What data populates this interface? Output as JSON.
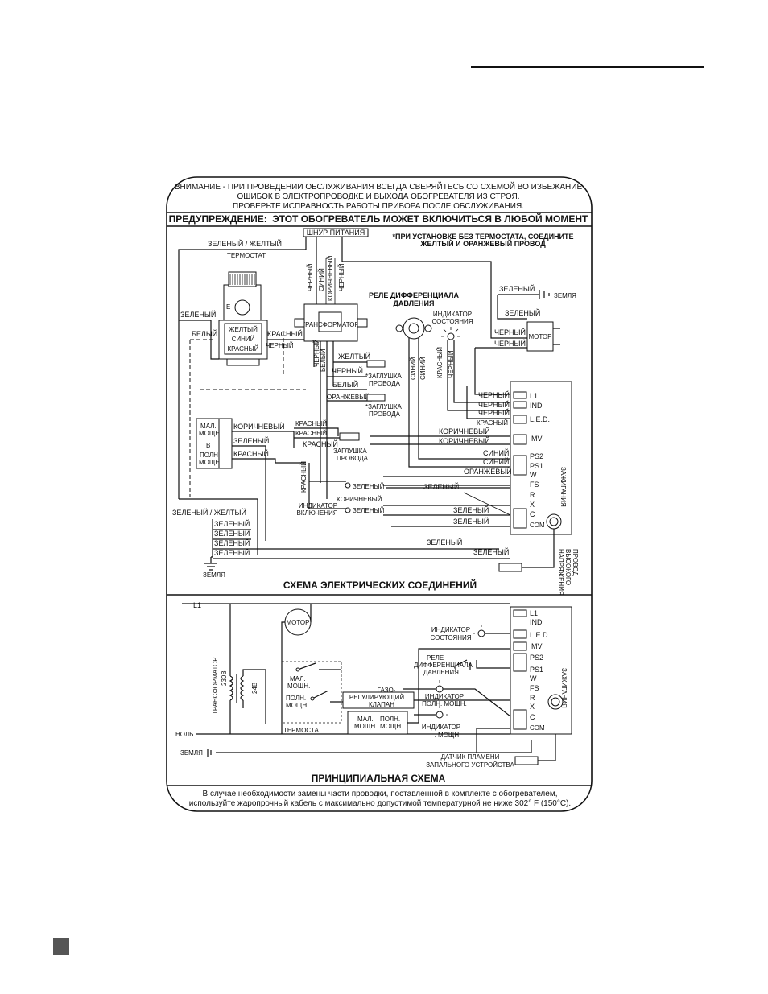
{
  "warnings": {
    "line1": "ВНИМАНИЕ - ПРИ ПРОВЕДЕНИИ ОБСЛУЖИВАНИЯ ВСЕГДА СВЕРЯЙТЕСЬ СО СХЕМОЙ ВО ИЗБЕЖАНИЕ",
    "line2": "ОШИБОК В ЭЛЕКТРОПРОВОДКЕ И ВЫХОДА ОБОГРЕВАТЕЛЯ ИЗ СТРОЯ.",
    "line3": "ПРОВЕРЬТЕ ИСПРАВНОСТЬ РАБОТЫ ПРИБОРА ПОСЛЕ ОБСЛУЖИВАНИЯ.",
    "warn_label": "ПРЕДУПРЕЖДЕНИЕ:",
    "warn_text": "ЭТОТ ОБОГРЕВАТЕЛЬ МОЖЕТ ВКЛЮЧИТЬСЯ В ЛЮБОЙ МОМЕНТ"
  },
  "wiring": {
    "title": "СХЕМА ЭЛЕКТРИЧЕСКИХ СОЕДИНЕНИЙ",
    "power_cord": "ШНУР ПИТАНИЯ",
    "note_line1": "*ПРИ УСТАНОВКЕ БЕЗ ТЕРМОСТАТА, СОЕДИНИТЕ",
    "note_line2": "ЖЕЛТЫЙ И ОРАНЖЕВЫЙ ПРОВОД",
    "thermostat": "ТЕРМОСТАТ",
    "transformer": "ТРАНСФОРМАТОР",
    "pressure_switch_1": "РЕЛЕ ДИФФЕРЕНЦИАЛА",
    "pressure_switch_2": "ДАВЛЕНИЯ",
    "status_ind_1": "ИНДИКАТОР",
    "status_ind_2": "СОСТОЯНИЯ",
    "on_ind_1": "ИНДИКАТОР",
    "on_ind_2": "ВКЛЮЧЕНИЯ",
    "plug_1": "*ЗАГЛУШКА",
    "plug_2": "ПРОВОДА",
    "plug_3": "ЗАГЛУШКА",
    "plug_4": "ПРОВОДА",
    "motor": "МОТОР",
    "ground": "ЗЕМЛЯ",
    "ground_bottom": "ЗЕМЛЯ",
    "ignition": "ЗАЖИГАНИЯ",
    "hv_1": "ПРОВОД",
    "hv_2": "ВЫСОКОГО",
    "hv_3": "НАПРЯЖЕНИЯ",
    "switch_low_1": "МАЛ.",
    "switch_low_2": "МОЩН.",
    "switch_mid": "В",
    "switch_high_1": "ПОЛН.",
    "switch_high_2": "МОЩН.",
    "tstat_yellow": "ЖЕЛТЫЙ",
    "tstat_blue": "СИНИЙ",
    "tstat_red": "КРАСНЫЙ",
    "tstat_dial": "E",
    "terminals": [
      "L1",
      "IND",
      "L.E.D.",
      "MV",
      "PS2",
      "PS1",
      "W",
      "FS",
      "R",
      "X",
      "C",
      "COM"
    ],
    "wires": {
      "green_yellow": "ЗЕЛЕНЫЙ / ЖЕЛТЫЙ",
      "green_yellow_2": "ЗЕЛЕНЫЙ / ЖЕЛТЫЙ",
      "green": "ЗЕЛЕНЫЙ",
      "white": "БЕЛЫЙ",
      "red": "КРАСНЫЙ",
      "black": "ЧЕРНЫЙ",
      "blue": "СИНИЙ",
      "brown": "КОРИЧНЕВЫЙ",
      "yellow": "ЖЕЛТЫЙ",
      "orange": "ОРАНЖЕВЫЙ",
      "black_v": "ЧЕРНЫЙ",
      "white_v": "БЕЛЫЙ",
      "red_v": "КРАСНЫЙ",
      "black_2": "ЧЕРНЫЙ",
      "black_3": "ЧЕРНЫЙ",
      "black_4": "ЧЕРНЫЙ",
      "black_5": "ЧЕРНЫЙ",
      "black_6": "ЧЕРНЫЙ",
      "black_7": "ЧЕРНЫЙ",
      "black_8": "ЧЕРНЫЙ",
      "white_2": "БЕЛЫЙ",
      "red_2": "КРАСНЫЙ",
      "red_3": "КРАСНЫЙ",
      "red_4": "КРАСНЫЙ",
      "red_5": "КРАСНЫЙ",
      "red_6": "КРАСНЫЙ",
      "red_7": "КРАСНЫЙ",
      "red_8": "КРАСНЫЙ",
      "blue_2": "СИНИЙ",
      "blue_3": "СИНИЙ",
      "blue_4": "СИНИЙ",
      "blue_5": "СИНИЙ",
      "brown_2": "КОРИЧНЕВЫЙ",
      "brown_3": "КОРИЧНЕВЫЙ",
      "brown_4": "КОРИЧНЕВЫЙ",
      "brown_5": "КОРИЧНЕВЫЙ",
      "orange_2": "ОРАНЖЕВЫЙ",
      "green_2": "ЗЕЛЕНЫЙ",
      "green_3": "ЗЕЛЕНЫЙ",
      "green_4": "ЗЕЛЕНЫЙ",
      "green_5": "ЗЕЛЕНЫЙ",
      "green_6": "ЗЕЛЕНЫЙ",
      "green_7": "ЗЕЛЕНЫЙ",
      "green_8": "ЗЕЛЕНЫЙ",
      "green_9": "ЗЕЛЕНЫЙ",
      "green_10": "ЗЕЛЕНЫЙ",
      "green_11": "ЗЕЛЕНЫЙ",
      "green_12": "ЗЕЛЕНЫЙ",
      "green_13": "ЗЕЛЕНЫЙ",
      "green_14": "ЗЕЛЕНЫЙ",
      "green_15": "ЗЕЛЕНЫЙ"
    }
  },
  "schematic": {
    "title": "ПРИНЦИПИАЛЬНАЯ СХЕМА",
    "l1": "L1",
    "motor": "МОТОР",
    "transformer": "ТРАНСФОРМАТОР",
    "v230": "230В",
    "v24": "24В",
    "neutral": "НОЛЬ",
    "ground": "ЗЕМЛЯ",
    "thermostat": "ТЕРМОСТАТ",
    "low_1": "МАЛ.",
    "low_2": "МОЩН.",
    "high_1": "ПОЛН.",
    "high_2": "МОЩН.",
    "valve_1": "ГАЗО-",
    "valve_2": "РЕГУЛИРУЮЩИЙ",
    "valve_3": "КЛАПАН",
    "valve_low_1": "МАЛ.",
    "valve_low_2": "МОЩН.",
    "valve_high_1": "ПОЛН.",
    "valve_high_2": "МОЩН.",
    "status_1": "ИНДИКАТОР",
    "status_2": "СОСТОЯНИЯ",
    "ps_1": "РЕЛЕ",
    "ps_2": "ДИФФЕРЕНЦИАЛА",
    "ps_3": "ДАВЛЕНИЯ",
    "ind_high_1": "ИНДИКАТОР",
    "ind_high_2": "ПОЛН. МОЩН.",
    "ind_low_1": "ИНДИКАТОР",
    "ind_low_2": ". МОЩН.",
    "flame_1": "ДАТЧИК ПЛАМЕНИ",
    "flame_2": "ЗАПАЛЬНОГО УСТРОЙСТВА",
    "ignition": "ЗАЖИГАНИЯ",
    "terminals": [
      "L1",
      "IND",
      "L.E.D.",
      "MV",
      "PS2",
      "PS1",
      "W",
      "FS",
      "R",
      "X",
      "C",
      "COM"
    ]
  },
  "footer": {
    "line1": "В случае необходимости замены части проводки, поставленной в комплекте с обогревателем,",
    "line2": "используйте жаропрочный кабель с максимально допустимой температурной не ниже 302° F (150°С)."
  }
}
